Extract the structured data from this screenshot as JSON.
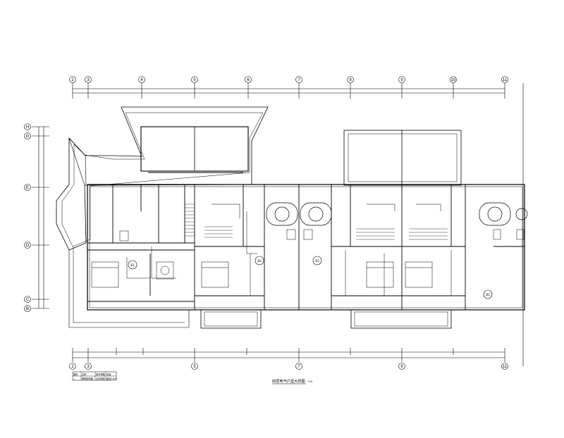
{
  "drawing": {
    "title": "四层电气户型大样图",
    "scale": "1:50"
  },
  "axes_top": [
    "2",
    "3",
    "4",
    "5",
    "6",
    "7",
    "8",
    "9",
    "10",
    "11"
  ],
  "axes_bottom": [
    "2",
    "3",
    "5",
    "7",
    "9",
    "11"
  ],
  "axes_left": [
    "H",
    "G",
    "E",
    "D",
    "C",
    "B"
  ],
  "unit_tags": [
    "B1",
    "B2",
    "B3",
    "B2"
  ],
  "legend": {
    "rows": [
      [
        "图例",
        "名称",
        "型号规格",
        "安装"
      ],
      [
        "—",
        "照明配电箱",
        "见系统图",
        "距地1.8m"
      ]
    ]
  }
}
